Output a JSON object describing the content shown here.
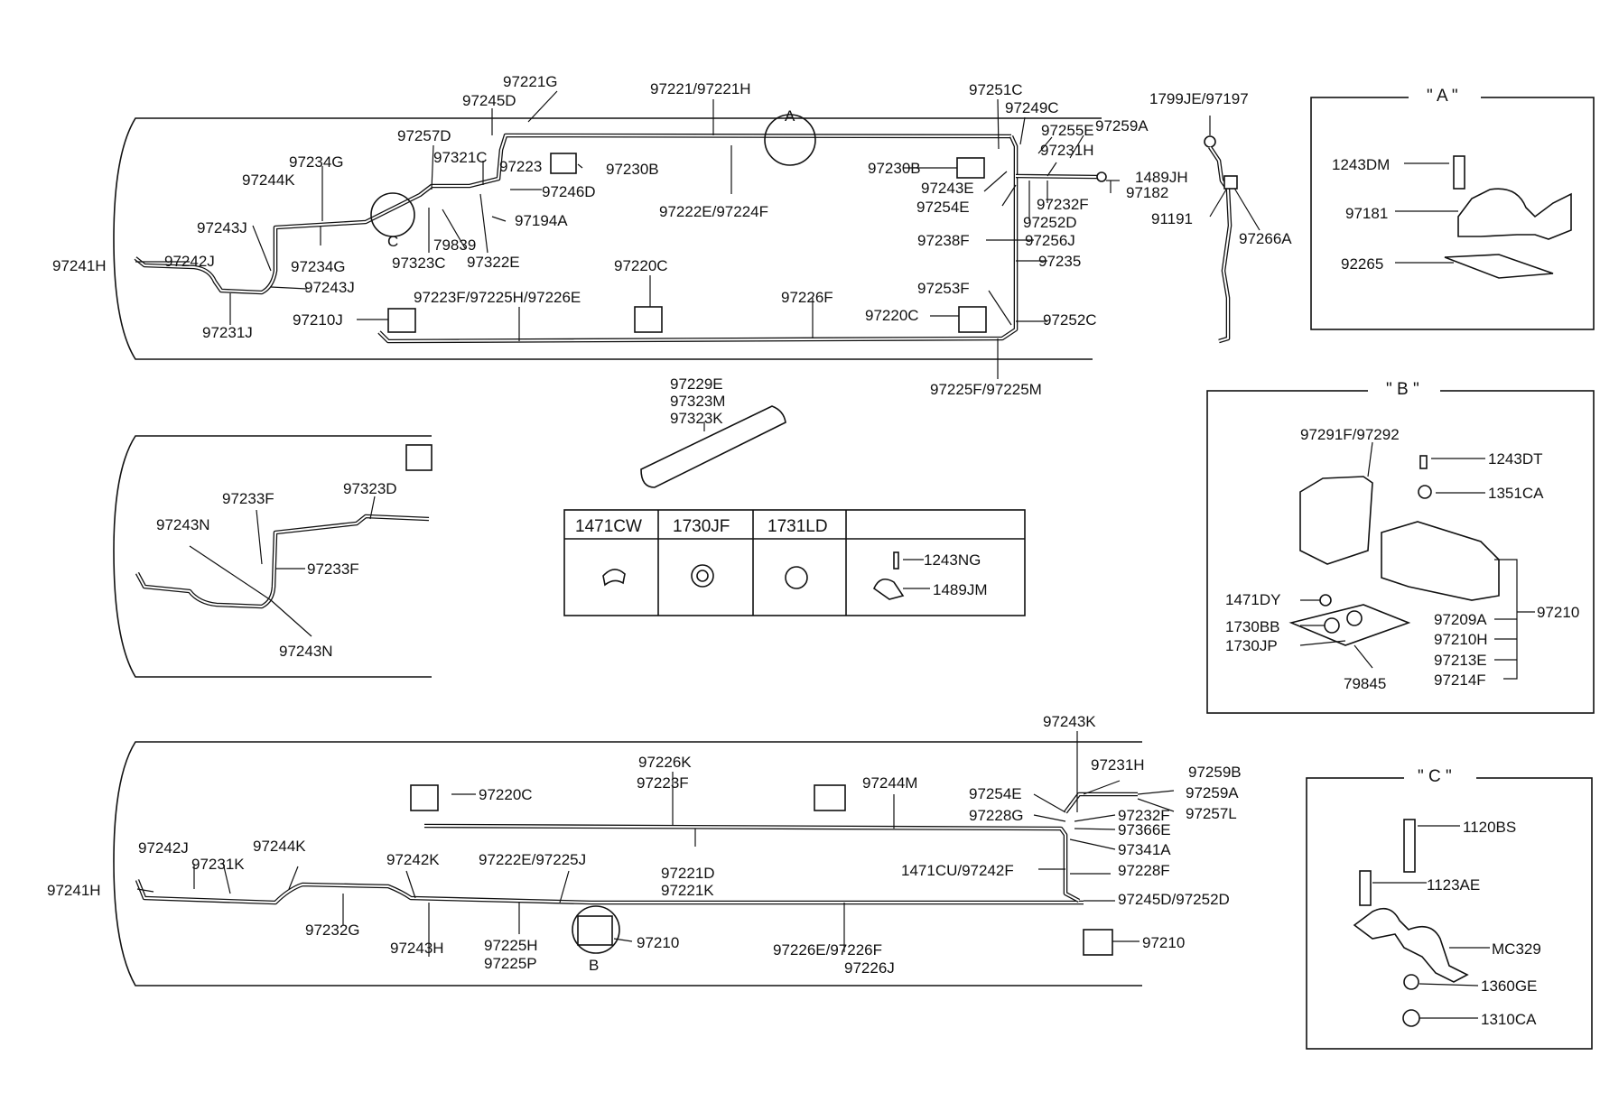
{
  "views": {
    "top": {
      "labels": [
        {
          "id": "t1",
          "text": "97221G"
        },
        {
          "id": "t2",
          "text": "97221/97221H"
        },
        {
          "id": "t3",
          "text": "97245D"
        },
        {
          "id": "t4",
          "text": "A"
        },
        {
          "id": "t5",
          "text": "97251C"
        },
        {
          "id": "t6",
          "text": "97249C"
        },
        {
          "id": "t7",
          "text": "97255E"
        },
        {
          "id": "t8",
          "text": "97259A"
        },
        {
          "id": "t9",
          "text": "97257D"
        },
        {
          "id": "t10",
          "text": "97231H"
        },
        {
          "id": "t11",
          "text": "97321C"
        },
        {
          "id": "t12",
          "text": "97234G"
        },
        {
          "id": "t13",
          "text": "97223"
        },
        {
          "id": "t14",
          "text": "97230B"
        },
        {
          "id": "t15",
          "text": "97230B"
        },
        {
          "id": "t16",
          "text": "1489JH"
        },
        {
          "id": "t17",
          "text": "97244K"
        },
        {
          "id": "t18",
          "text": "97246D"
        },
        {
          "id": "t19",
          "text": "97243E"
        },
        {
          "id": "t20",
          "text": "97182"
        },
        {
          "id": "t21",
          "text": "97222E/97224F"
        },
        {
          "id": "t22",
          "text": "97232F"
        },
        {
          "id": "t23",
          "text": "97254E"
        },
        {
          "id": "t24",
          "text": "97194A"
        },
        {
          "id": "t25",
          "text": "97252D"
        },
        {
          "id": "t26",
          "text": "97243J"
        },
        {
          "id": "t27",
          "text": "C"
        },
        {
          "id": "t28",
          "text": "79839"
        },
        {
          "id": "t29",
          "text": "97238F"
        },
        {
          "id": "t30",
          "text": "97256J"
        },
        {
          "id": "t31",
          "text": "97241H"
        },
        {
          "id": "t32",
          "text": "97242J"
        },
        {
          "id": "t33",
          "text": "97234G"
        },
        {
          "id": "t34",
          "text": "97323C"
        },
        {
          "id": "t35",
          "text": "97322E"
        },
        {
          "id": "t36",
          "text": "97235"
        },
        {
          "id": "t37",
          "text": "97220C"
        },
        {
          "id": "t38",
          "text": "97243J"
        },
        {
          "id": "t39",
          "text": "97253F"
        },
        {
          "id": "t40",
          "text": "97223F/97225H/97226E"
        },
        {
          "id": "t41",
          "text": "97226F"
        },
        {
          "id": "t42",
          "text": "97210J"
        },
        {
          "id": "t43",
          "text": "97220C"
        },
        {
          "id": "t44",
          "text": "97252C"
        },
        {
          "id": "t45",
          "text": "97231J"
        },
        {
          "id": "t46",
          "text": "97225F/97225M"
        }
      ]
    },
    "fuel_line": {
      "labels": [
        {
          "id": "f1",
          "text": "1799JE/97197"
        },
        {
          "id": "f2",
          "text": "91191"
        },
        {
          "id": "f3",
          "text": "97266A"
        }
      ]
    },
    "hose": {
      "labels": [
        {
          "id": "h1",
          "text": "97229E"
        },
        {
          "id": "h2",
          "text": "97323M"
        },
        {
          "id": "h3",
          "text": "97323K"
        }
      ]
    },
    "middle": {
      "labels": [
        {
          "id": "m1",
          "text": "97233F"
        },
        {
          "id": "m2",
          "text": "97323D"
        },
        {
          "id": "m3",
          "text": "97243N"
        },
        {
          "id": "m4",
          "text": "97233F"
        },
        {
          "id": "m5",
          "text": "97243N"
        }
      ]
    },
    "bottom": {
      "labels": [
        {
          "id": "b1",
          "text": "97243K"
        },
        {
          "id": "b2",
          "text": "97226K"
        },
        {
          "id": "b3",
          "text": "97231H"
        },
        {
          "id": "b4",
          "text": "97259B"
        },
        {
          "id": "b5",
          "text": "97223F"
        },
        {
          "id": "b6",
          "text": "97220C"
        },
        {
          "id": "b7",
          "text": "97244M"
        },
        {
          "id": "b8",
          "text": "97254E"
        },
        {
          "id": "b9",
          "text": "97259A"
        },
        {
          "id": "b10",
          "text": "97228G"
        },
        {
          "id": "b11",
          "text": "97232F"
        },
        {
          "id": "b12",
          "text": "97257L"
        },
        {
          "id": "b13",
          "text": "97366E"
        },
        {
          "id": "b14",
          "text": "97242J"
        },
        {
          "id": "b15",
          "text": "97244K"
        },
        {
          "id": "b16",
          "text": "97341A"
        },
        {
          "id": "b17",
          "text": "97242K"
        },
        {
          "id": "b18",
          "text": "97222E/97225J"
        },
        {
          "id": "b19",
          "text": "97231K"
        },
        {
          "id": "b20",
          "text": "97221D"
        },
        {
          "id": "b21",
          "text": "1471CU/97242F"
        },
        {
          "id": "b22",
          "text": "97228F"
        },
        {
          "id": "b23",
          "text": "97241H"
        },
        {
          "id": "b24",
          "text": "97221K"
        },
        {
          "id": "b25",
          "text": "97245D/97252D"
        },
        {
          "id": "b26",
          "text": "97232G"
        },
        {
          "id": "b27",
          "text": "97225H"
        },
        {
          "id": "b28",
          "text": "97210"
        },
        {
          "id": "b29",
          "text": "97210"
        },
        {
          "id": "b30",
          "text": "97243H"
        },
        {
          "id": "b31",
          "text": "97225P"
        },
        {
          "id": "b32",
          "text": "97226E/97226F"
        },
        {
          "id": "b33",
          "text": "B"
        },
        {
          "id": "b34",
          "text": "97226J"
        }
      ]
    }
  },
  "parts_table": {
    "headers": [
      "1471CW",
      "1730JF",
      "1731LD",
      ""
    ],
    "callouts": [
      {
        "id": "p1",
        "text": "1243NG"
      },
      {
        "id": "p2",
        "text": "1489JM"
      }
    ]
  },
  "details": {
    "A": {
      "title": "\" A \"",
      "labels": [
        {
          "id": "a1",
          "text": "1243DM"
        },
        {
          "id": "a2",
          "text": "97181"
        },
        {
          "id": "a3",
          "text": "92265"
        }
      ]
    },
    "B": {
      "title": "\" B \"",
      "labels": [
        {
          "id": "d1",
          "text": "97291F/97292"
        },
        {
          "id": "d2",
          "text": "1243DT"
        },
        {
          "id": "d3",
          "text": "1351CA"
        },
        {
          "id": "d4",
          "text": "1471DY"
        },
        {
          "id": "d5",
          "text": "97209A"
        },
        {
          "id": "d6",
          "text": "97210"
        },
        {
          "id": "d7",
          "text": "1730BB"
        },
        {
          "id": "d8",
          "text": "97210H"
        },
        {
          "id": "d9",
          "text": "1730JP"
        },
        {
          "id": "d10",
          "text": "97213E"
        },
        {
          "id": "d11",
          "text": "97214F"
        },
        {
          "id": "d12",
          "text": "79845"
        }
      ]
    },
    "C": {
      "title": "\" C \"",
      "labels": [
        {
          "id": "c1",
          "text": "1120BS"
        },
        {
          "id": "c2",
          "text": "1123AE"
        },
        {
          "id": "c3",
          "text": "MC329"
        },
        {
          "id": "c4",
          "text": "1360GE"
        },
        {
          "id": "c5",
          "text": "1310CA"
        }
      ]
    }
  }
}
